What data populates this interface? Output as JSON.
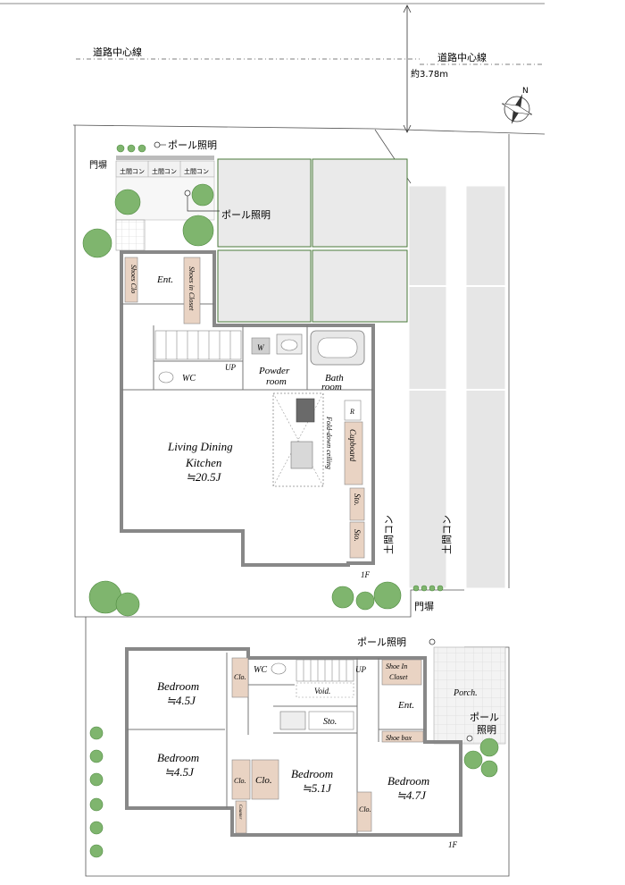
{
  "site": {
    "road_center_left": "道路中心線",
    "road_center_right": "道路中心線",
    "distance": "約3.78m",
    "north_mark": "N"
  },
  "upper_plan": {
    "pole_light_1": "ポール照明",
    "pole_light_2": "ポール照明",
    "gate_wall": "門塀",
    "parking_tiles": [
      "土間コン",
      "土間コン",
      "土間コン"
    ],
    "shoes_clo": "Shoes Clo",
    "shoes_in_closet": "Shoes in Closet",
    "entrance": "Ent.",
    "washer": "W",
    "wc": "WC",
    "up": "UP",
    "powder_room_1": "Powder",
    "powder_room_2": "room",
    "bath_room_1": "Bath",
    "bath_room_2": "room",
    "fridge": "R",
    "cupboard": "Cupboard",
    "folded_ceiling": "Fold-down ceiling",
    "ldk_1": "Living Dining",
    "ldk_2": "Kitchen",
    "ldk_size": "≒20.5J",
    "storage_1": "Sto.",
    "storage_2": "Sto.",
    "floor": "1F",
    "side_parking_1": "土間コン",
    "side_parking_2": "土間コン"
  },
  "lower_plan": {
    "gate_wall": "門塀",
    "pole_light_1": "ポール照明",
    "pole_light_2_a": "ポール",
    "pole_light_2_b": "照明",
    "bedroom_label": "Bedroom",
    "bedroom_a_size": "≒4.5J",
    "bedroom_b_size": "≒4.5J",
    "bedroom_c_size": "≒5.1J",
    "bedroom_d_size": "≒4.7J",
    "clo_1": "Clo.",
    "clo_2": "Clo.",
    "clo_3": "Clo.",
    "clo_4": "Clo.",
    "wc": "WC",
    "up": "UP",
    "void": "Void.",
    "sto": "Sto.",
    "shoe_in_closet_1": "Shoe In",
    "shoe_in_closet_2": "Closet",
    "entrance": "Ent.",
    "porch": "Porch.",
    "shoe_box": "Shoe box",
    "counter": "Counter",
    "floor": "1F"
  }
}
